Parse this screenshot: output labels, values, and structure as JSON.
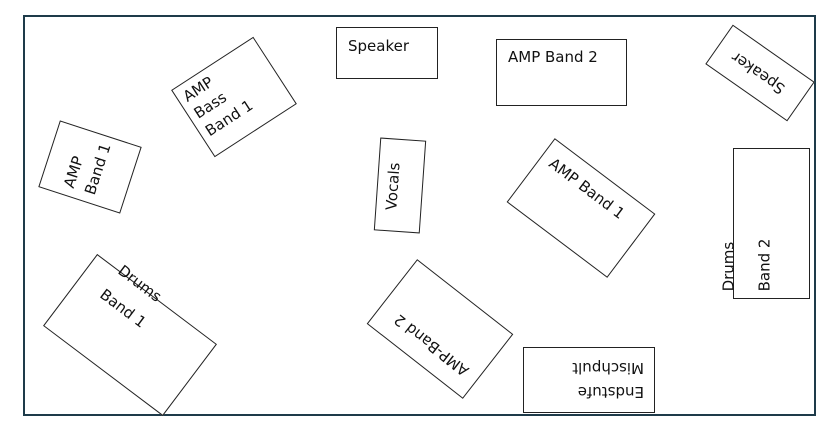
{
  "stage_plan": {
    "items": [
      {
        "id": "speaker-top",
        "lines": [
          "Speaker"
        ]
      },
      {
        "id": "amp-band2-top",
        "lines": [
          "AMP Band 2"
        ]
      },
      {
        "id": "speaker-right",
        "lines": [
          "Speaker"
        ]
      },
      {
        "id": "amp-bass-band1",
        "lines": [
          "AMP",
          "Bass",
          "Band 1"
        ]
      },
      {
        "id": "amp-band1-left",
        "lines": [
          "AMP",
          "Band 1"
        ]
      },
      {
        "id": "vocals",
        "lines": [
          "Vocals"
        ]
      },
      {
        "id": "amp-band1-center",
        "lines": [
          "AMP Band 1"
        ]
      },
      {
        "id": "drums-band2",
        "lines": [
          "Drums",
          "Band 2"
        ]
      },
      {
        "id": "drums-band1",
        "lines": [
          "Drums",
          "Band 1"
        ]
      },
      {
        "id": "amp-band2-bottom",
        "lines": [
          "AMP-Band 2"
        ]
      },
      {
        "id": "endstufe-mischpult",
        "lines": [
          "Endstufe",
          "Mischpult"
        ]
      }
    ]
  }
}
